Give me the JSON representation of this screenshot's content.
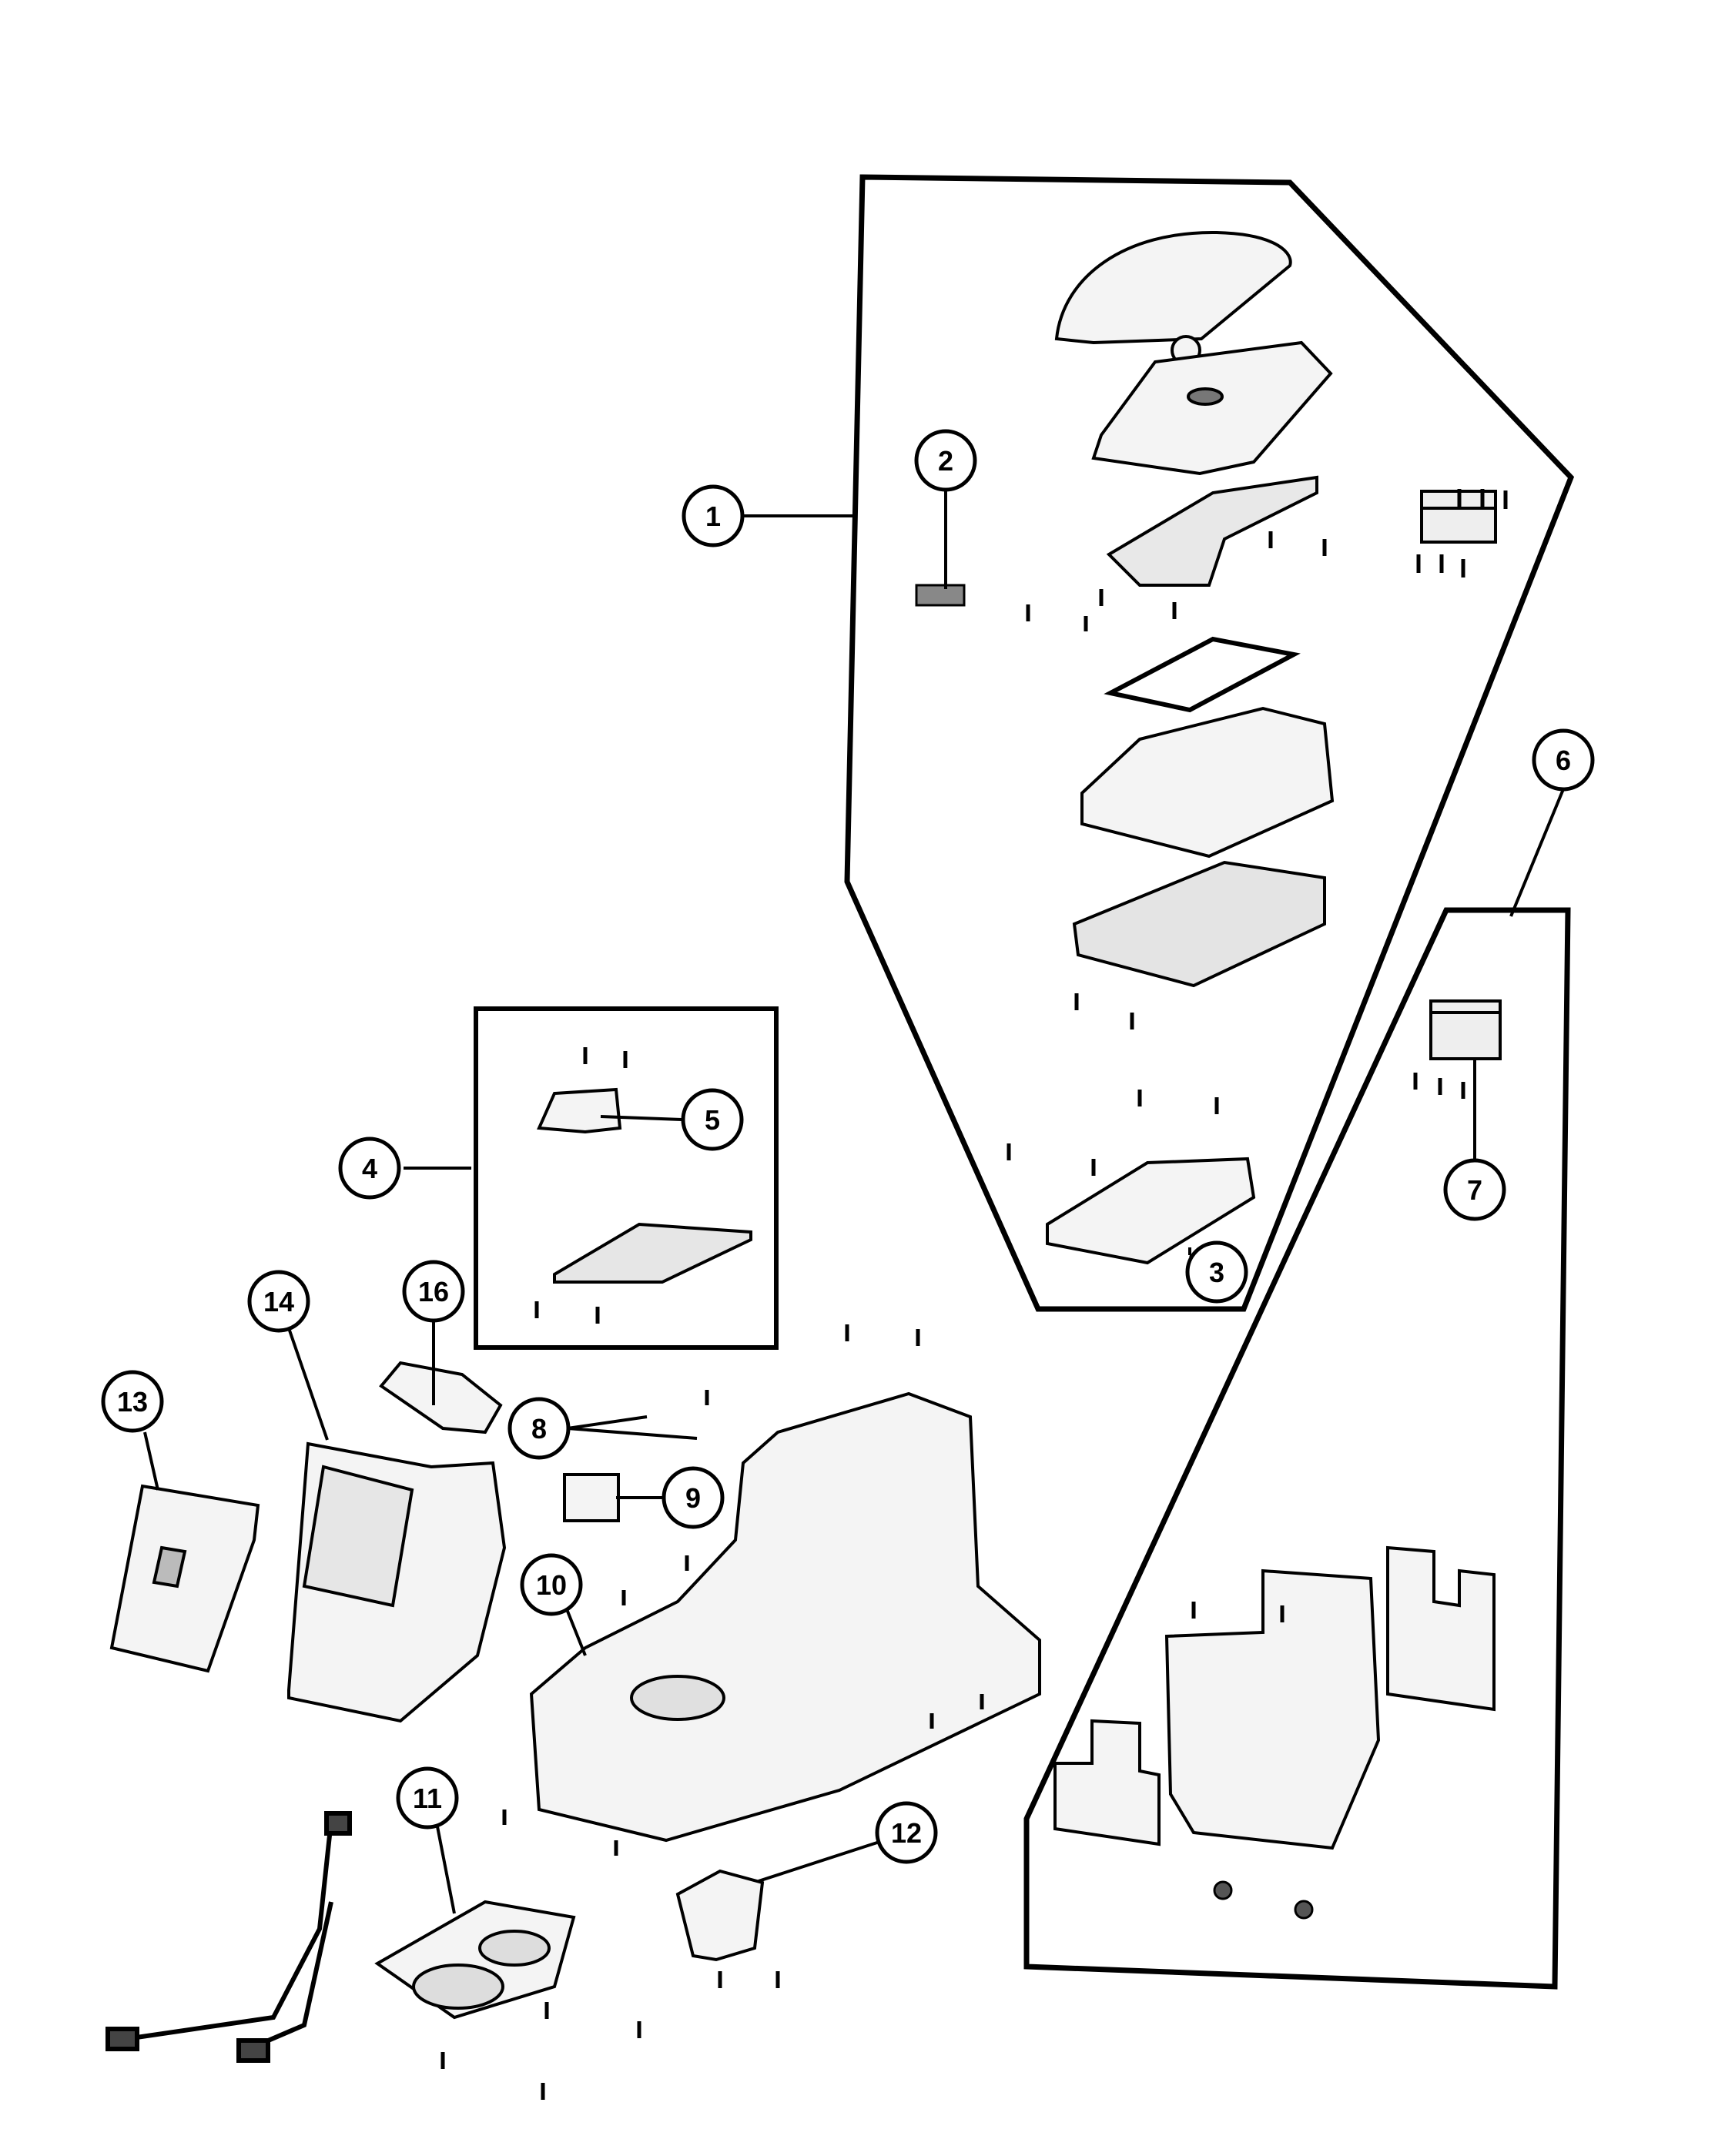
{
  "callouts": [
    {
      "id": "c1",
      "label": "1"
    },
    {
      "id": "c2",
      "label": "2"
    },
    {
      "id": "c3",
      "label": "3"
    },
    {
      "id": "c4",
      "label": "4"
    },
    {
      "id": "c5",
      "label": "5"
    },
    {
      "id": "c6",
      "label": "6"
    },
    {
      "id": "c7",
      "label": "7"
    },
    {
      "id": "c8",
      "label": "8"
    },
    {
      "id": "c9",
      "label": "9"
    },
    {
      "id": "c10",
      "label": "10"
    },
    {
      "id": "c11",
      "label": "11"
    },
    {
      "id": "c12",
      "label": "12"
    },
    {
      "id": "c13",
      "label": "13"
    },
    {
      "id": "c14",
      "label": "14"
    },
    {
      "id": "c15",
      "label": "16"
    }
  ],
  "colors": {
    "line": "#000000",
    "part_fill": "#f4f4f4",
    "part_shade": "#d9d9d9",
    "background": "#ffffff"
  }
}
